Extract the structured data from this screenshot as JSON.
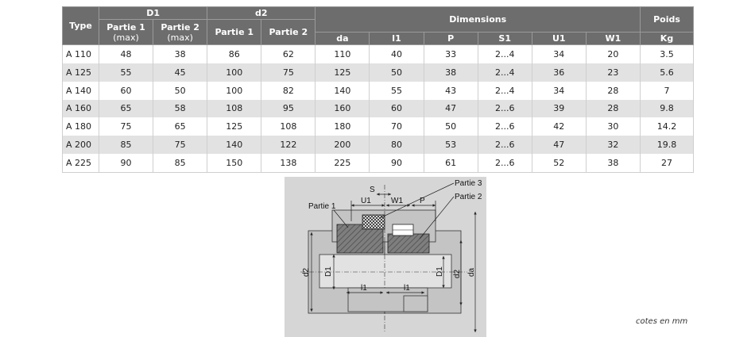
{
  "table": {
    "header_type": "Type",
    "header_d1": "D1",
    "header_d2": "d2",
    "header_dimensions": "Dimensions",
    "header_poids": "Poids",
    "partie1": "Partie 1",
    "partie2": "Partie 2",
    "max": "(max)",
    "dim_cols": [
      "da",
      "l1",
      "P",
      "S1",
      "U1",
      "W1"
    ],
    "unit_kg": "Kg",
    "rows": [
      {
        "type": "A 110",
        "d1_p1": "48",
        "d1_p2": "38",
        "d2_p1": "86",
        "d2_p2": "62",
        "da": "110",
        "l1": "40",
        "p": "33",
        "s1": "2...4",
        "u1": "34",
        "w1": "20",
        "kg": "3.5"
      },
      {
        "type": "A 125",
        "d1_p1": "55",
        "d1_p2": "45",
        "d2_p1": "100",
        "d2_p2": "75",
        "da": "125",
        "l1": "50",
        "p": "38",
        "s1": "2...4",
        "u1": "36",
        "w1": "23",
        "kg": "5.6"
      },
      {
        "type": "A 140",
        "d1_p1": "60",
        "d1_p2": "50",
        "d2_p1": "100",
        "d2_p2": "82",
        "da": "140",
        "l1": "55",
        "p": "43",
        "s1": "2...4",
        "u1": "34",
        "w1": "28",
        "kg": "7"
      },
      {
        "type": "A 160",
        "d1_p1": "65",
        "d1_p2": "58",
        "d2_p1": "108",
        "d2_p2": "95",
        "da": "160",
        "l1": "60",
        "p": "47",
        "s1": "2...6",
        "u1": "39",
        "w1": "28",
        "kg": "9.8"
      },
      {
        "type": "A 180",
        "d1_p1": "75",
        "d1_p2": "65",
        "d2_p1": "125",
        "d2_p2": "108",
        "da": "180",
        "l1": "70",
        "p": "50",
        "s1": "2...6",
        "u1": "42",
        "w1": "30",
        "kg": "14.2"
      },
      {
        "type": "A 200",
        "d1_p1": "85",
        "d1_p2": "75",
        "d2_p1": "140",
        "d2_p2": "122",
        "da": "200",
        "l1": "80",
        "p": "53",
        "s1": "2...6",
        "u1": "47",
        "w1": "32",
        "kg": "19.8"
      },
      {
        "type": "A 225",
        "d1_p1": "90",
        "d1_p2": "85",
        "d2_p1": "150",
        "d2_p2": "138",
        "da": "225",
        "l1": "90",
        "p": "61",
        "s1": "2...6",
        "u1": "52",
        "w1": "38",
        "kg": "27"
      }
    ]
  },
  "drawing": {
    "label_s": "S",
    "label_u1": "U1",
    "label_w1": "W1",
    "label_p": "P",
    "label_partie1": "Partie 1",
    "label_partie2": "Partie 2",
    "label_partie3": "Partie 3",
    "label_d2_left": "d2",
    "label_d1_left": "D1",
    "label_d1_right": "D1",
    "label_d2_right": "d2",
    "label_da": "da",
    "label_l1_left": "l1",
    "label_l1_right": "l1"
  },
  "footer_note": "cotes en mm"
}
